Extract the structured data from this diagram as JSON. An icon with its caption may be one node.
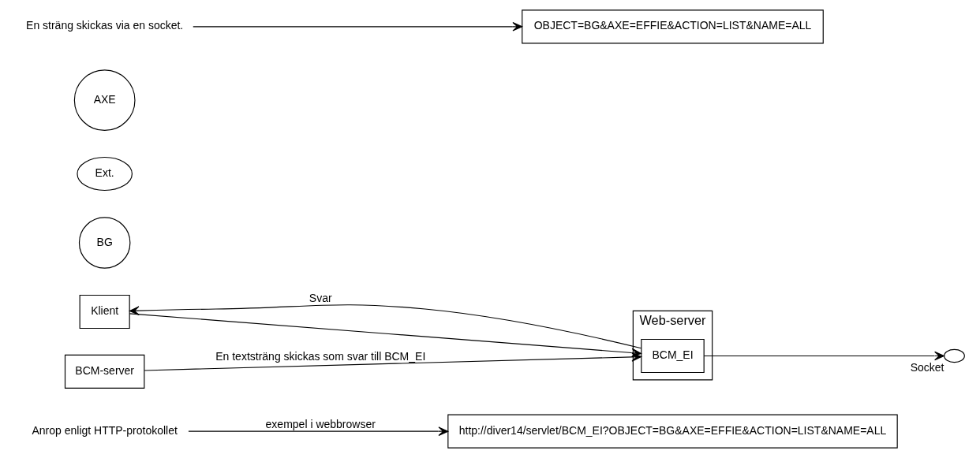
{
  "diagram": {
    "nodes": [
      {
        "text": [
          "http://diver14/servlet/BCM_EI?OBJECT=BG&AXE=EFFIE&ACTION=LIST&NAME=ALL"
        ]
      },
      {
        "text": [
          "Web-server"
        ]
      },
      {
        "text": [
          "BCM_EI"
        ],
        "in": 1
      },
      {
        "text": [
          "Klient"
        ]
      },
      {
        "text": [
          "BCM-server"
        ]
      },
      {
        "text": [],
        "shape": "circle",
        "beside": [
          "Socket"
        ]
      },
      {
        "text": [
          "BG"
        ]
      },
      {
        "text": [
          "Ext."
        ]
      },
      {
        "text": [
          "AXE"
        ]
      },
      {
        "text": [
          "OBJECT=BG&AXE=EFFIE&ACTION=LIST&NAME=ALL"
        ]
      },
      {
        "text": [
          "Anrop enligt HTTP-protokollet"
        ]
      },
      {
        "text": [
          "En sträng skickas via en socket."
        ]
      }
    ],
    "edges": [
      {
        "from": 10,
        "to": 0,
        "arrow": "to",
        "label": "exempel i webbrowser"
      },
      {
        "from": 3,
        "to": 2,
        "arrow": "to"
      },
      {
        "from": 2,
        "to": 3,
        "arrow": "to",
        "label": "Svar"
      },
      {
        "from": 2,
        "to": 5,
        "arrow": "to"
      },
      {
        "from": 4,
        "to": 2,
        "arrow": "to",
        "label": "En textsträng skickas som svar till BCM_EI"
      },
      {
        "from": 11,
        "to": 9,
        "arrow": "to"
      }
    ]
  }
}
